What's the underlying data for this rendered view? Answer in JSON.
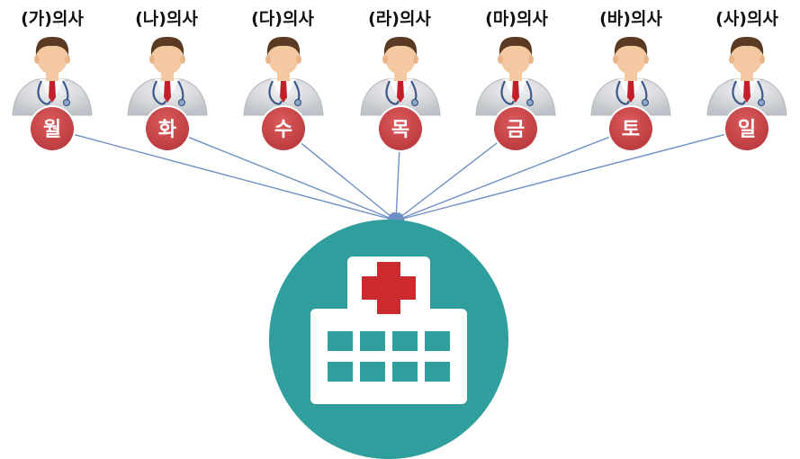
{
  "doctors": [
    {
      "label": "(가)의사",
      "day": "월"
    },
    {
      "label": "(나)의사",
      "day": "화"
    },
    {
      "label": "(다)의사",
      "day": "수"
    },
    {
      "label": "(라)의사",
      "day": "목"
    },
    {
      "label": "(마)의사",
      "day": "금"
    },
    {
      "label": "(바)의사",
      "day": "토"
    },
    {
      "label": "(사)의사",
      "day": "일"
    }
  ],
  "colors": {
    "badge": "#c9474a",
    "arrow": "#6f8fc4",
    "hospital_circle": "#2f9e9d",
    "cross": "#cc2a2f",
    "building": "#ffffff",
    "coat": "#d6d8dc",
    "skin": "#f4c9a2",
    "hair": "#5a3a22",
    "tie": "#c21f2a"
  },
  "icons": {
    "doctor": "doctor-icon",
    "hospital": "hospital-icon"
  }
}
